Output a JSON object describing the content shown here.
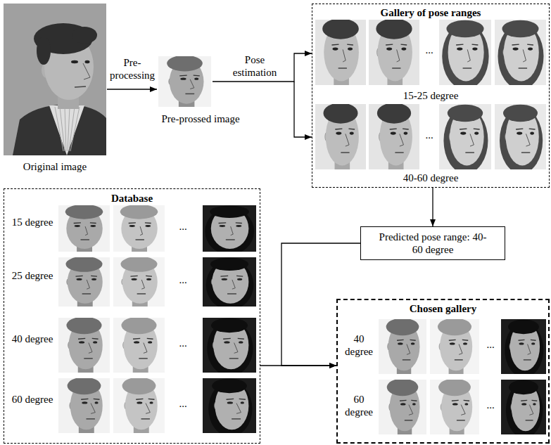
{
  "diagram": {
    "nodes": [
      {
        "text": [
          "Original image"
        ]
      },
      {
        "text": [
          "Pre-prossed image"
        ]
      },
      {
        "text": [
          "Gallery of pose ranges",
          "15-25 degree",
          "40-60 degree"
        ]
      },
      {
        "text": [
          "Database",
          "15 degree",
          "25 degree",
          "40 degree",
          "60 degree"
        ]
      },
      {
        "text": [
          "Predicted pose range: 40-60 degree"
        ]
      },
      {
        "text": [
          "Chosen gallery",
          "40 degree",
          "60 degree"
        ]
      }
    ],
    "edges": [
      {
        "from": 0,
        "to": 1,
        "arrow": "to",
        "label": "Pre- processing"
      },
      {
        "from": 1,
        "to": 2,
        "arrow": "to",
        "label": "Pose estimation"
      },
      {
        "from": 2,
        "to": 4,
        "arrow": "to"
      },
      {
        "from": 3,
        "to": 5,
        "arrow": "to"
      },
      {
        "from": 4,
        "to": 5,
        "arrow": "to"
      }
    ],
    "labels": [
      "...",
      "...",
      "...",
      "...",
      "...",
      "...",
      "...",
      "..."
    ]
  }
}
